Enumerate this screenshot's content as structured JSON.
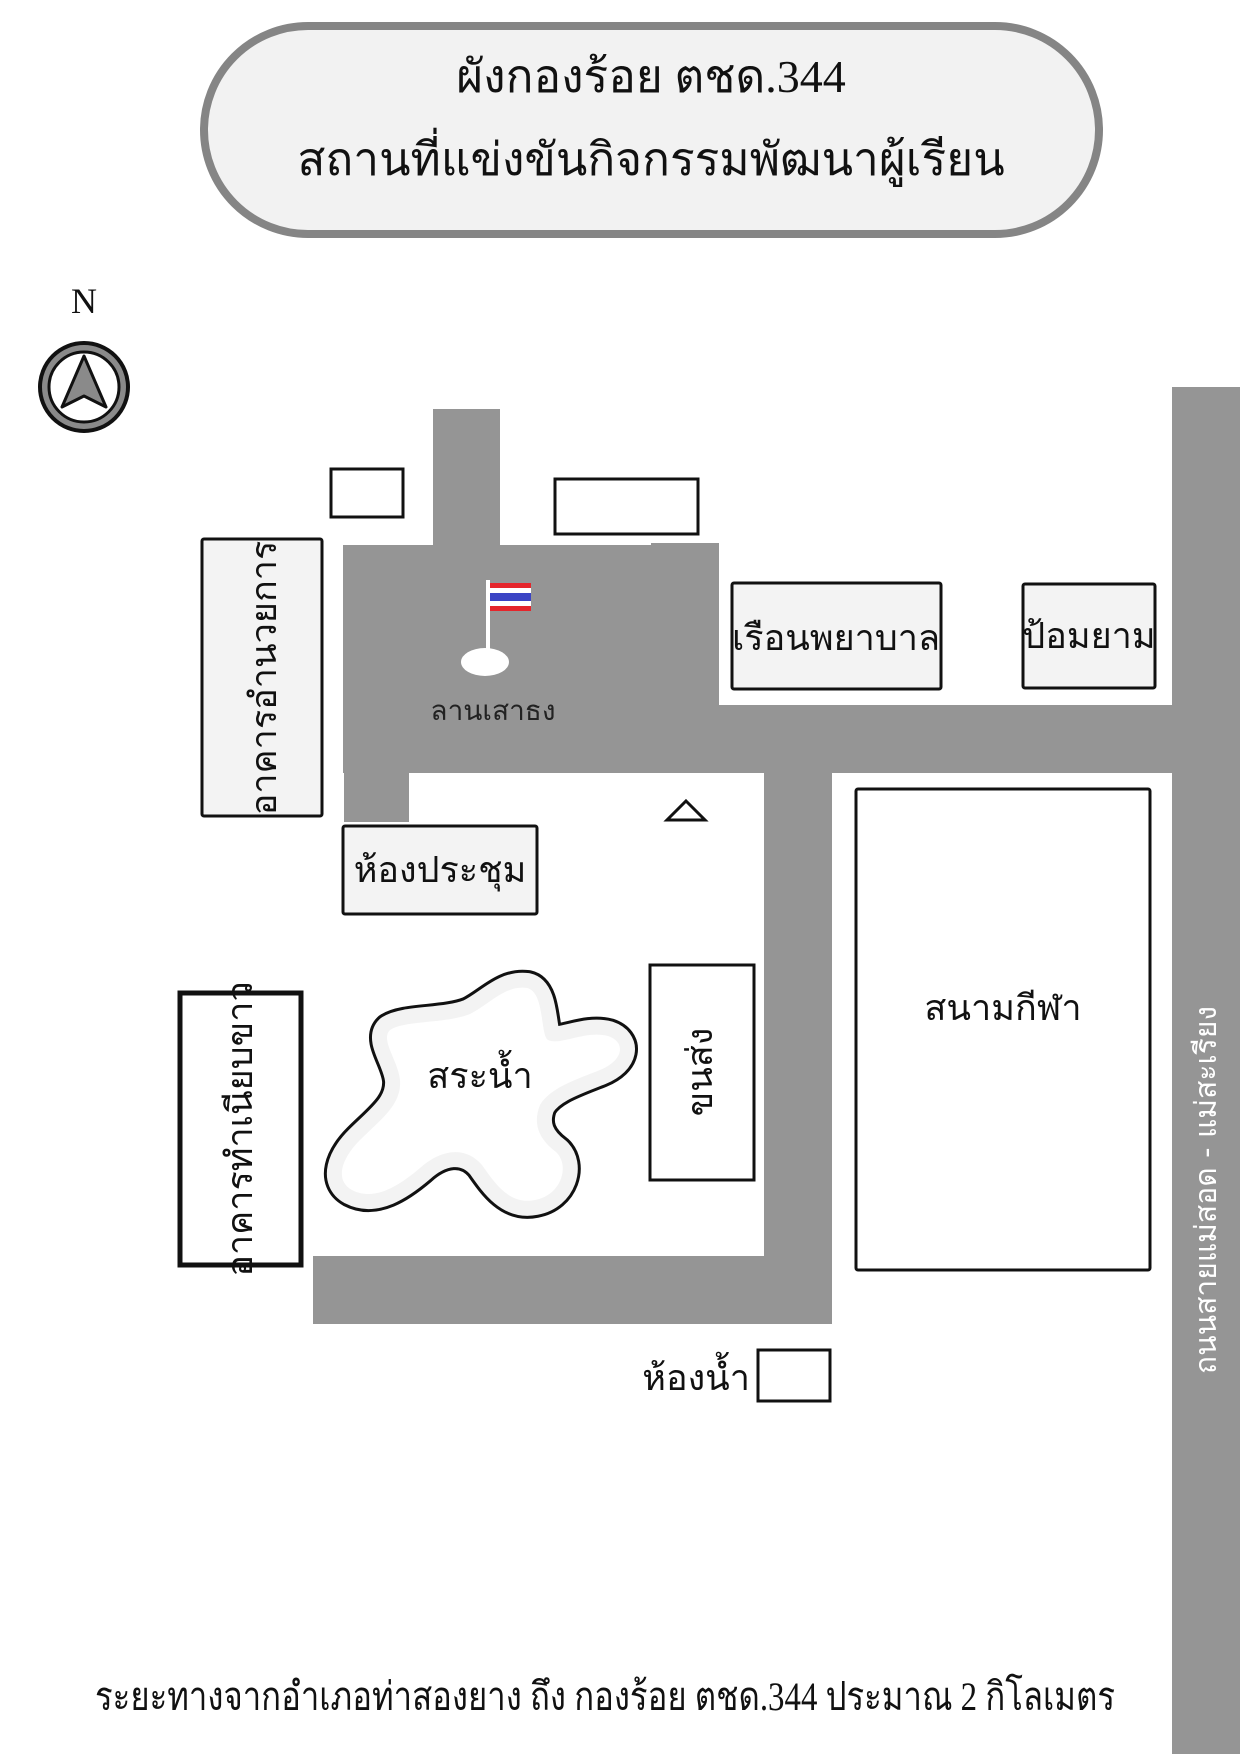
{
  "title": {
    "line1": "ผังกองร้อย ตชด.344",
    "line2": "สถานที่แข่งขันกิจกรรมพัฒนาผู้เรียน"
  },
  "compass": {
    "label": "N",
    "icon": "north-arrow-icon"
  },
  "places": {
    "admin_building": "อาคารอำนวยการ",
    "flag_plaza": "ลานเสาธง",
    "infirmary": "เรือนพยาบาล",
    "guard_post": "ป้อมยาม",
    "meeting_room": "ห้องประชุม",
    "white_house_building": "อาคารทำเนียบขาว",
    "pond": "สระน้ำ",
    "transport": "ขนส่ง",
    "sports_field": "สนามกีฬา",
    "restroom": "ห้องน้ำ"
  },
  "road": {
    "label": "ถนนสายแม่สอด - แม่สะเรียง"
  },
  "footer": {
    "distance_note": "ระยะทางจากอำเภอท่าสองยาง ถึง กองร้อย ตชด.344 ประมาณ 2 กิโลเมตร"
  },
  "colors": {
    "road": "#959595",
    "building_fill": "#f3f3f3",
    "flag_red": "#e5252b",
    "flag_blue": "#3b44c4",
    "pill_border": "#858585"
  }
}
